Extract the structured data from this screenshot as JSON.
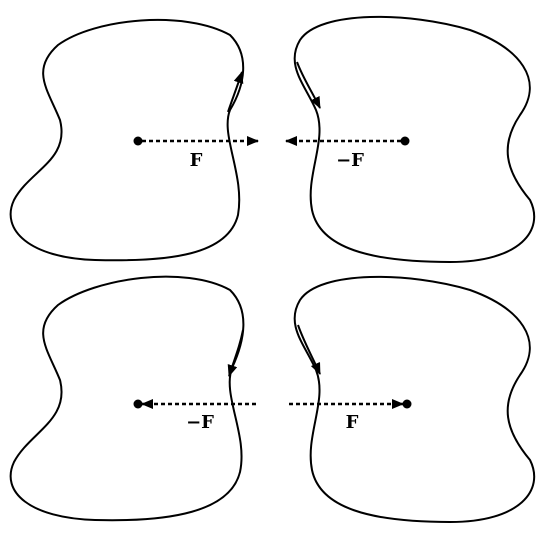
{
  "panels": [
    {
      "id": "top",
      "left_label": "F",
      "right_label": "−F",
      "left_force_direction": "right",
      "right_force_direction": "left",
      "left_circulation": "up",
      "right_circulation": "down"
    },
    {
      "id": "bottom",
      "left_label": "−F",
      "right_label": "F",
      "left_force_direction": "left",
      "right_force_direction": "right",
      "left_circulation": "down",
      "right_circulation": "down"
    }
  ],
  "colors": {
    "stroke": "#000000",
    "background": "#ffffff"
  }
}
